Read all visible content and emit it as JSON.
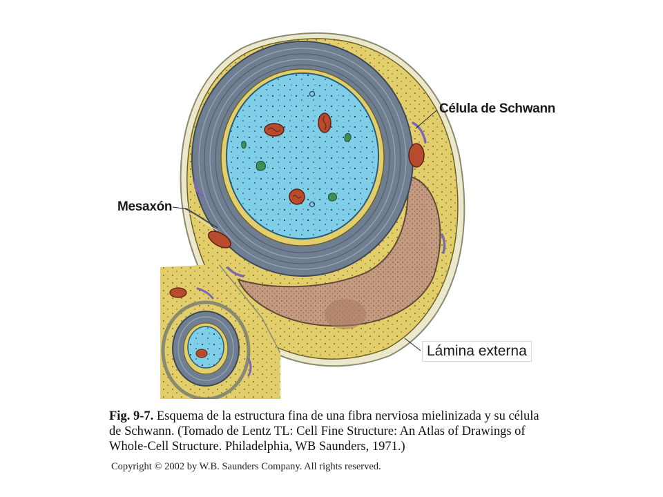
{
  "labels": {
    "schwann": "Célula de Schwann",
    "mesaxon": "Mesaxón",
    "lamina": "Lámina externa"
  },
  "caption": {
    "figure": "Fig. 9-7.",
    "text": "Esquema de la estructura fina de una fibra nerviosa mielinizada y su célula de Schwann. (Tomado de Lentz TL: Cell Fine Structure: An Atlas of Drawings of Whole-Cell Structure. Philadelphia, WB Saunders, 1971.)"
  },
  "copyright": "Copyright © 2002 by W.B. Saunders Company. All rights reserved.",
  "colors": {
    "axoplasm": "#7fcfe8",
    "myelin": "#707e92",
    "cytoplasm": "#e2cf6c",
    "nucleus": "#c49a80",
    "mitochondria": "#b84a2e",
    "vesicles": "#3f8d57",
    "er": "#7a68b5",
    "membrane": "#e8e4c8"
  },
  "icons": [
    "schwann-cell-illustration",
    "secondary-fiber-illustration"
  ]
}
